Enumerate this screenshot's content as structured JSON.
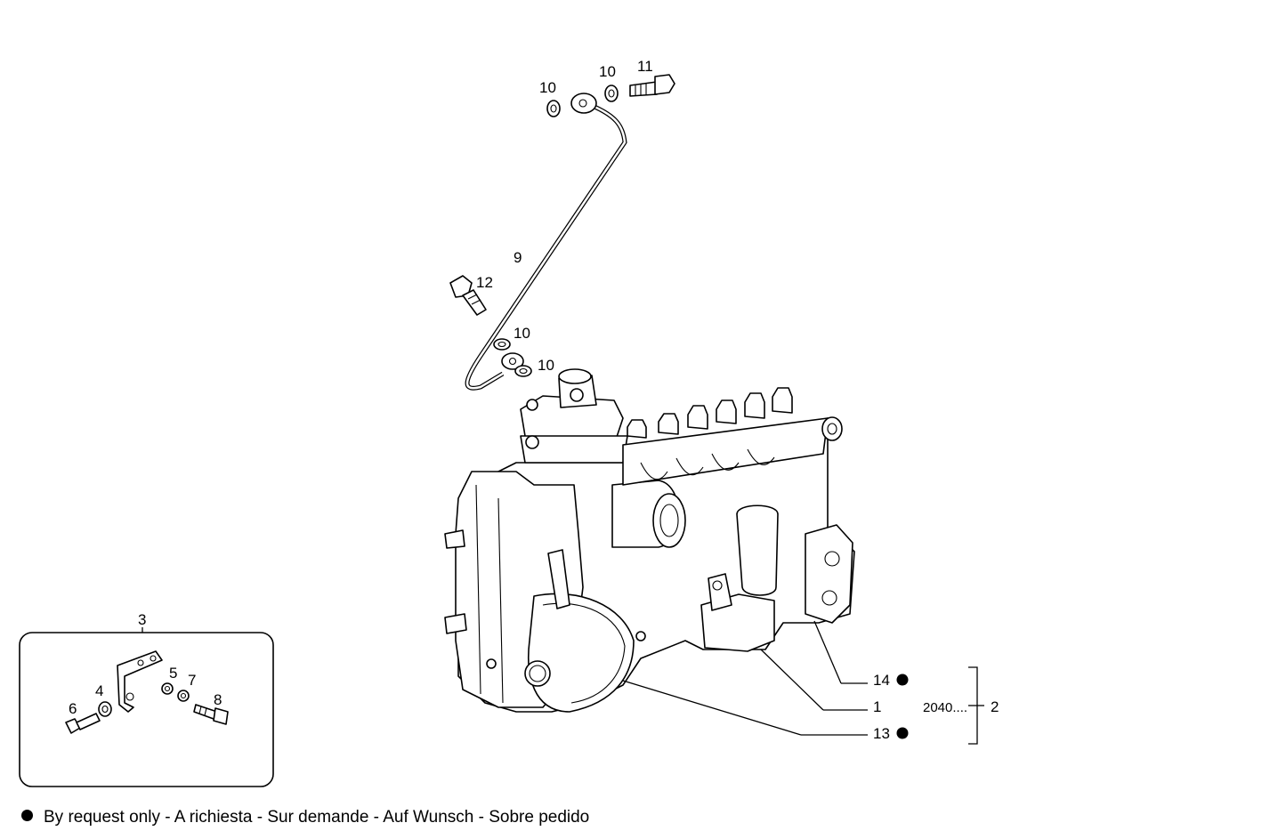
{
  "callouts": {
    "c10a": "10",
    "c10b": "10",
    "c10c": "10",
    "c10d": "10",
    "c11": "11",
    "c12": "12",
    "c9": "9",
    "c3": "3",
    "c4": "4",
    "c5": "5",
    "c6": "6",
    "c7": "7",
    "c8": "8",
    "c14": "14",
    "c1": "1",
    "c13": "13",
    "c2": "2"
  },
  "reference_code": "2040....",
  "footer_note": "By request only - A richiesta - Sur demande - Auf Wunsch - Sobre pedido",
  "legend_marker": "filled-dot",
  "colors": {
    "ink": "#000000",
    "paper": "#ffffff"
  }
}
